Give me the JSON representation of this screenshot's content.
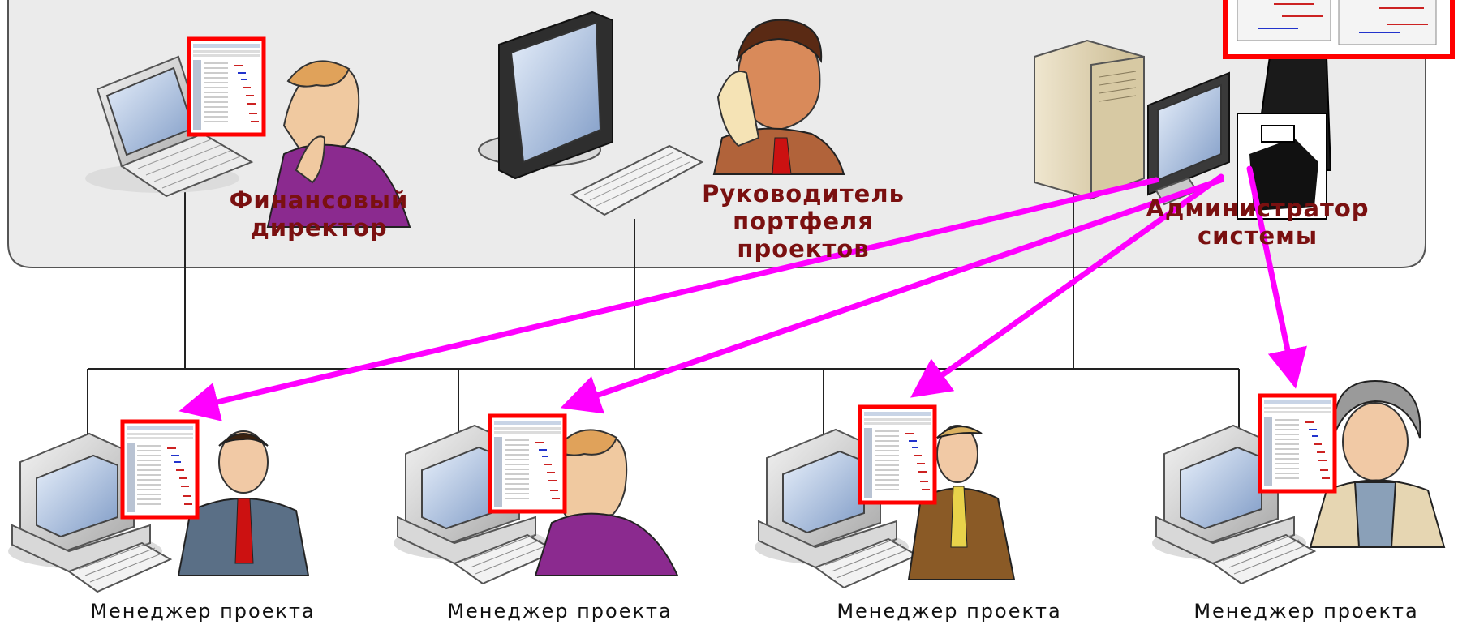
{
  "top_group": {
    "roles": [
      {
        "id": "cfo",
        "label": "Финансовый\nдиректор"
      },
      {
        "id": "portfolio",
        "label": "Руководитель\nпортфеля\nпроектов"
      },
      {
        "id": "admin",
        "label": "Администратор\nсистемы"
      }
    ]
  },
  "bottom_group": {
    "roles": [
      {
        "id": "pm1",
        "label": "Менеджер проекта"
      },
      {
        "id": "pm2",
        "label": "Менеджер проекта"
      },
      {
        "id": "pm3",
        "label": "Менеджер проекта"
      },
      {
        "id": "pm4",
        "label": "Менеджер проекта"
      }
    ]
  },
  "colors": {
    "panel_fill": "#ebebeb",
    "panel_border": "#555555",
    "arrow": "#ff00ff",
    "screen_frame": "#ff0000",
    "label_dark_red": "#7a1010",
    "network_line": "#222222"
  },
  "icons": [
    "laptop-icon",
    "monitor-icon",
    "keyboard-icon",
    "server-icon",
    "desktop-computer-icon",
    "person-icon",
    "gantt-screenshot-icon"
  ]
}
